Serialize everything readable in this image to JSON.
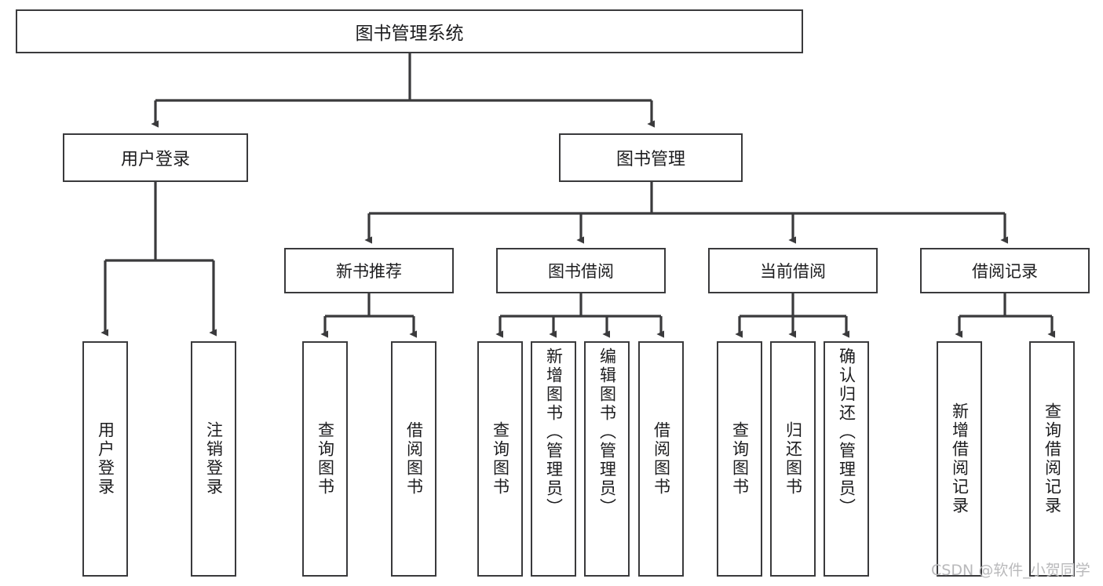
{
  "diagram": {
    "type": "tree-hierarchy",
    "title": "图书管理系统",
    "watermark": "CSDN @软件_小贺同学",
    "colors": {
      "background": "#ffffff",
      "box_border": "#3a3a3c",
      "box_fill": "#ffffff",
      "connector": "#3a3a3c",
      "text": "#1c1c1e",
      "watermark": "#b9b9bb"
    },
    "root": {
      "label": "图书管理系统"
    },
    "level2": [
      {
        "id": "user-login",
        "label": "用户登录"
      },
      {
        "id": "book-manage",
        "label": "图书管理"
      }
    ],
    "level3": [
      {
        "id": "new-book-recommend",
        "label": "新书推荐",
        "parent": "book-manage"
      },
      {
        "id": "book-borrow",
        "label": "图书借阅",
        "parent": "book-manage"
      },
      {
        "id": "current-borrow",
        "label": "当前借阅",
        "parent": "book-manage"
      },
      {
        "id": "borrow-record",
        "label": "借阅记录",
        "parent": "book-manage"
      }
    ],
    "leaves": {
      "user-login": [
        {
          "id": "leaf-user-login",
          "label": "用户登录"
        },
        {
          "id": "leaf-logout-login",
          "label": "注销登录"
        }
      ],
      "new-book-recommend": [
        {
          "id": "leaf-query-book-1",
          "label": "查询图书"
        },
        {
          "id": "leaf-borrow-book-1",
          "label": "借阅图书"
        }
      ],
      "book-borrow": [
        {
          "id": "leaf-query-book-2",
          "label": "查询图书"
        },
        {
          "id": "leaf-add-book",
          "label": "新增图书（管理员）"
        },
        {
          "id": "leaf-edit-book",
          "label": "编辑图书（管理员）"
        },
        {
          "id": "leaf-borrow-book-2",
          "label": "借阅图书"
        }
      ],
      "current-borrow": [
        {
          "id": "leaf-query-book-3",
          "label": "查询图书"
        },
        {
          "id": "leaf-return-book",
          "label": "归还图书"
        },
        {
          "id": "leaf-confirm-return",
          "label": "确认归还（管理员）"
        }
      ],
      "borrow-record": [
        {
          "id": "leaf-add-record",
          "label": "新增借阅记录"
        },
        {
          "id": "leaf-query-record",
          "label": "查询借阅记录"
        }
      ]
    }
  }
}
